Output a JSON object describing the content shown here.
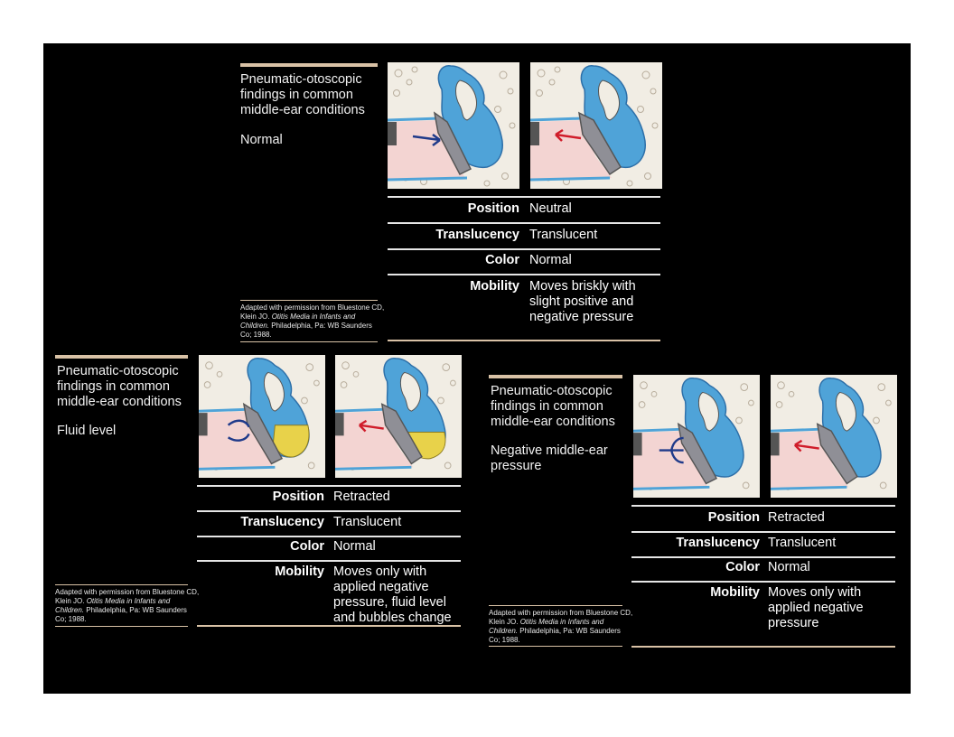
{
  "panels": {
    "top": {
      "title": "Pneumatic-otoscopic findings in common middle-ear conditions",
      "condition": "Normal",
      "credit_pre": "Adapted with permission from Bluestone CD, Klein JO.",
      "credit_book": "Otitis Media in Infants and Children.",
      "credit_post": "Philadelphia, Pa: WB Saunders Co; 1988.",
      "rows": [
        {
          "label": "Position",
          "value": "Neutral"
        },
        {
          "label": "Translucency",
          "value": "Translucent"
        },
        {
          "label": "Color",
          "value": "Normal"
        },
        {
          "label": "Mobility",
          "value": "Moves briskly with slight positive and negative pressure"
        }
      ]
    },
    "left": {
      "title": "Pneumatic-otoscopic findings in common middle-ear conditions",
      "condition": "Fluid level",
      "credit_pre": "Adapted with permission from Bluestone CD, Klein JO.",
      "credit_book": "Otitis Media in Infants and Children.",
      "credit_post": "Philadelphia, Pa: WB Saunders Co; 1988.",
      "rows": [
        {
          "label": "Position",
          "value": "Retracted"
        },
        {
          "label": "Translucency",
          "value": "Translucent"
        },
        {
          "label": "Color",
          "value": "Normal"
        },
        {
          "label": "Mobility",
          "value": "Moves only with applied negative pressure, fluid level and bubbles change"
        }
      ]
    },
    "right": {
      "title": "Pneumatic-otoscopic findings in common middle-ear conditions",
      "condition": "Negative middle-ear pressure",
      "credit_pre": "Adapted with permission from Bluestone CD, Klein JO.",
      "credit_book": "Otitis Media in Infants and Children.",
      "credit_post": "Philadelphia, Pa: WB Saunders Co; 1988.",
      "rows": [
        {
          "label": "Position",
          "value": "Retracted"
        },
        {
          "label": "Translucency",
          "value": "Translucent"
        },
        {
          "label": "Color",
          "value": "Normal"
        },
        {
          "label": "Mobility",
          "value": "Moves only with applied negative pressure"
        }
      ]
    }
  },
  "colors": {
    "background": "#000000",
    "accent": "#d9c2a6",
    "middle_ear": "#4fa3d8",
    "canal": "#f3d4d2",
    "fluid": "#e8d24a",
    "arrow_blue": "#1f3a8a",
    "arrow_red": "#d01c2a"
  }
}
